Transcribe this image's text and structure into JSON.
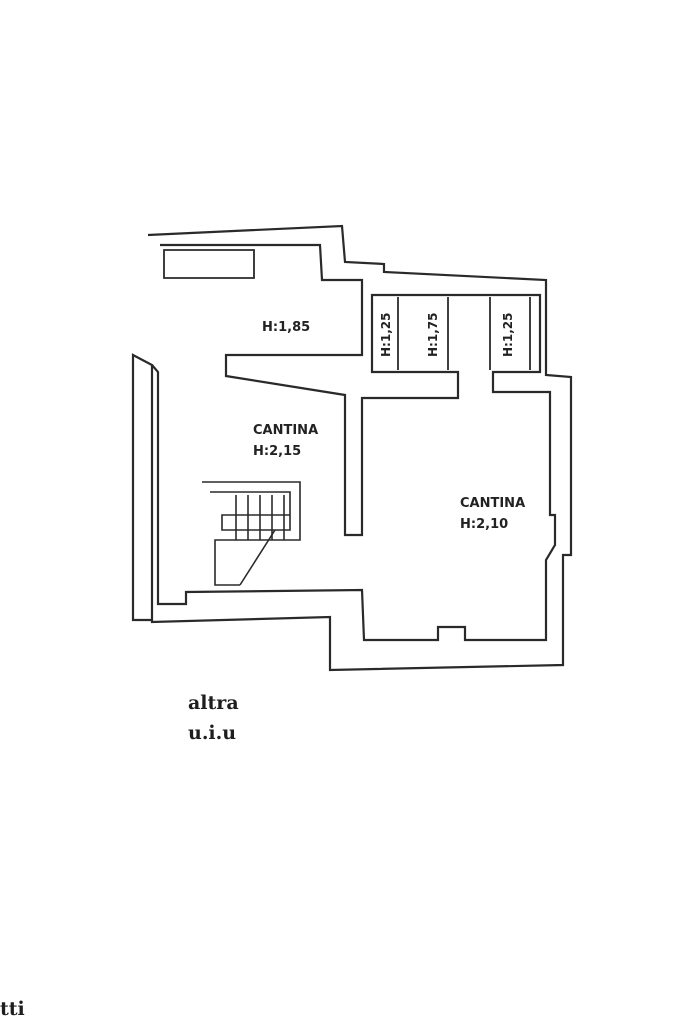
{
  "rooms": {
    "upper_left_height": "H:1,85",
    "cantina_left_name": "CANTINA",
    "cantina_left_height": "H:2,15",
    "cantina_right_name": "CANTINA",
    "cantina_right_height": "H:2,10",
    "niche_1_height": "H:1,25",
    "niche_2_height": "H:1,75",
    "niche_3_height": "H:1,25"
  },
  "notes": {
    "line1": "altra",
    "line2": "u.i.u",
    "corner_fragment": "tti"
  }
}
